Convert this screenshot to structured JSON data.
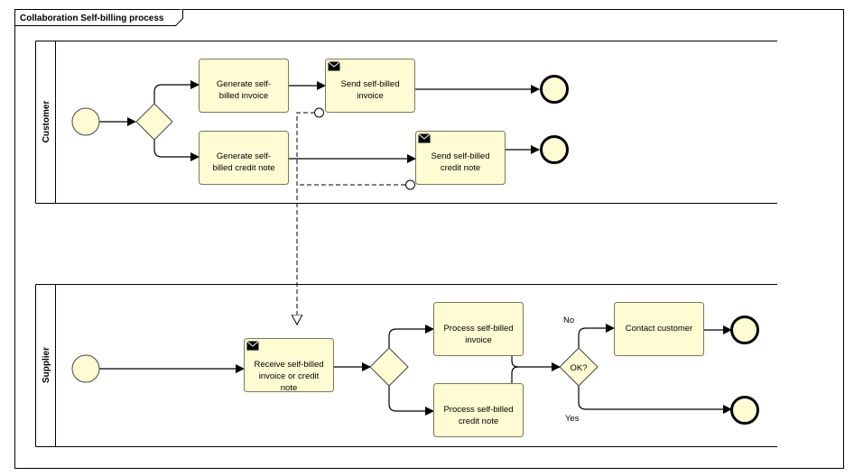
{
  "title": "Collaboration Self-billing process",
  "lanes": {
    "customer": "Customer",
    "supplier": "Supplier"
  },
  "tasks": {
    "gen_invoice": [
      "Generate self-",
      "billed invoice"
    ],
    "gen_credit": [
      "Generate self-",
      "billed credit note"
    ],
    "send_invoice": [
      "Send self-billed",
      "invoice"
    ],
    "send_credit": [
      "Send self-billed",
      "credit note"
    ],
    "receive": [
      "Receive self-billed",
      "invoice or credit",
      "note"
    ],
    "proc_invoice": [
      "Process self-billed",
      "invoice"
    ],
    "proc_credit": [
      "Process self-billed",
      "credit note"
    ],
    "contact": [
      "Contact customer"
    ]
  },
  "gateway_ok": "OK?",
  "labels": {
    "no": "No",
    "yes": "Yes"
  }
}
